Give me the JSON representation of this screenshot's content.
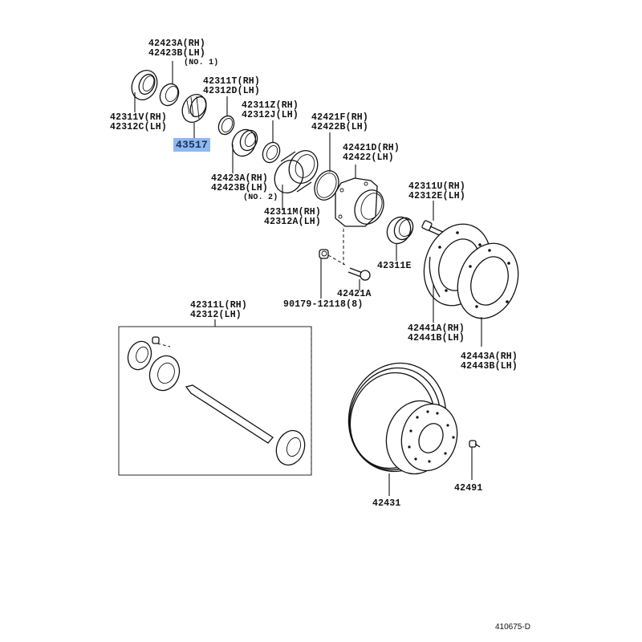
{
  "diagram": {
    "reference_code": "410675-D",
    "highlight_color": "#8fb8ee",
    "labels": {
      "l42423A_no1": {
        "line1": "42423A(RH)",
        "line2": "42423B(LH)",
        "note": "(NO. 1)"
      },
      "l42311V": {
        "line1": "42311V(RH)",
        "line2": "42312C(LH)"
      },
      "l43517": {
        "text": "43517"
      },
      "l42311T": {
        "line1": "42311T(RH)",
        "line2": "42312D(LH)"
      },
      "l42311Z": {
        "line1": "42311Z(RH)",
        "line2": "42312J(LH)"
      },
      "l42421F": {
        "line1": "42421F(RH)",
        "line2": "42422B(LH)"
      },
      "l42421D": {
        "line1": "42421D(RH)",
        "line2": "42422(LH)"
      },
      "l42423A_no2": {
        "line1": "42423A(RH)",
        "line2": "42423B(LH)",
        "note": "(NO. 2)"
      },
      "l42311M": {
        "line1": "42311M(RH)",
        "line2": "42312A(LH)"
      },
      "l42311U": {
        "line1": "42311U(RH)",
        "line2": "42312E(LH)"
      },
      "l42311E": {
        "text": "42311E"
      },
      "l42421A": {
        "text": "42421A"
      },
      "l90179": {
        "text": "90179-12118(8)"
      },
      "l42311L": {
        "line1": "42311L(RH)",
        "line2": "42312(LH)"
      },
      "l42441A": {
        "line1": "42441A(RH)",
        "line2": "42441B(LH)"
      },
      "l42443A": {
        "line1": "42443A(RH)",
        "line2": "42443B(LH)"
      },
      "l42431": {
        "text": "42431"
      },
      "l42491": {
        "text": "42491"
      }
    }
  }
}
